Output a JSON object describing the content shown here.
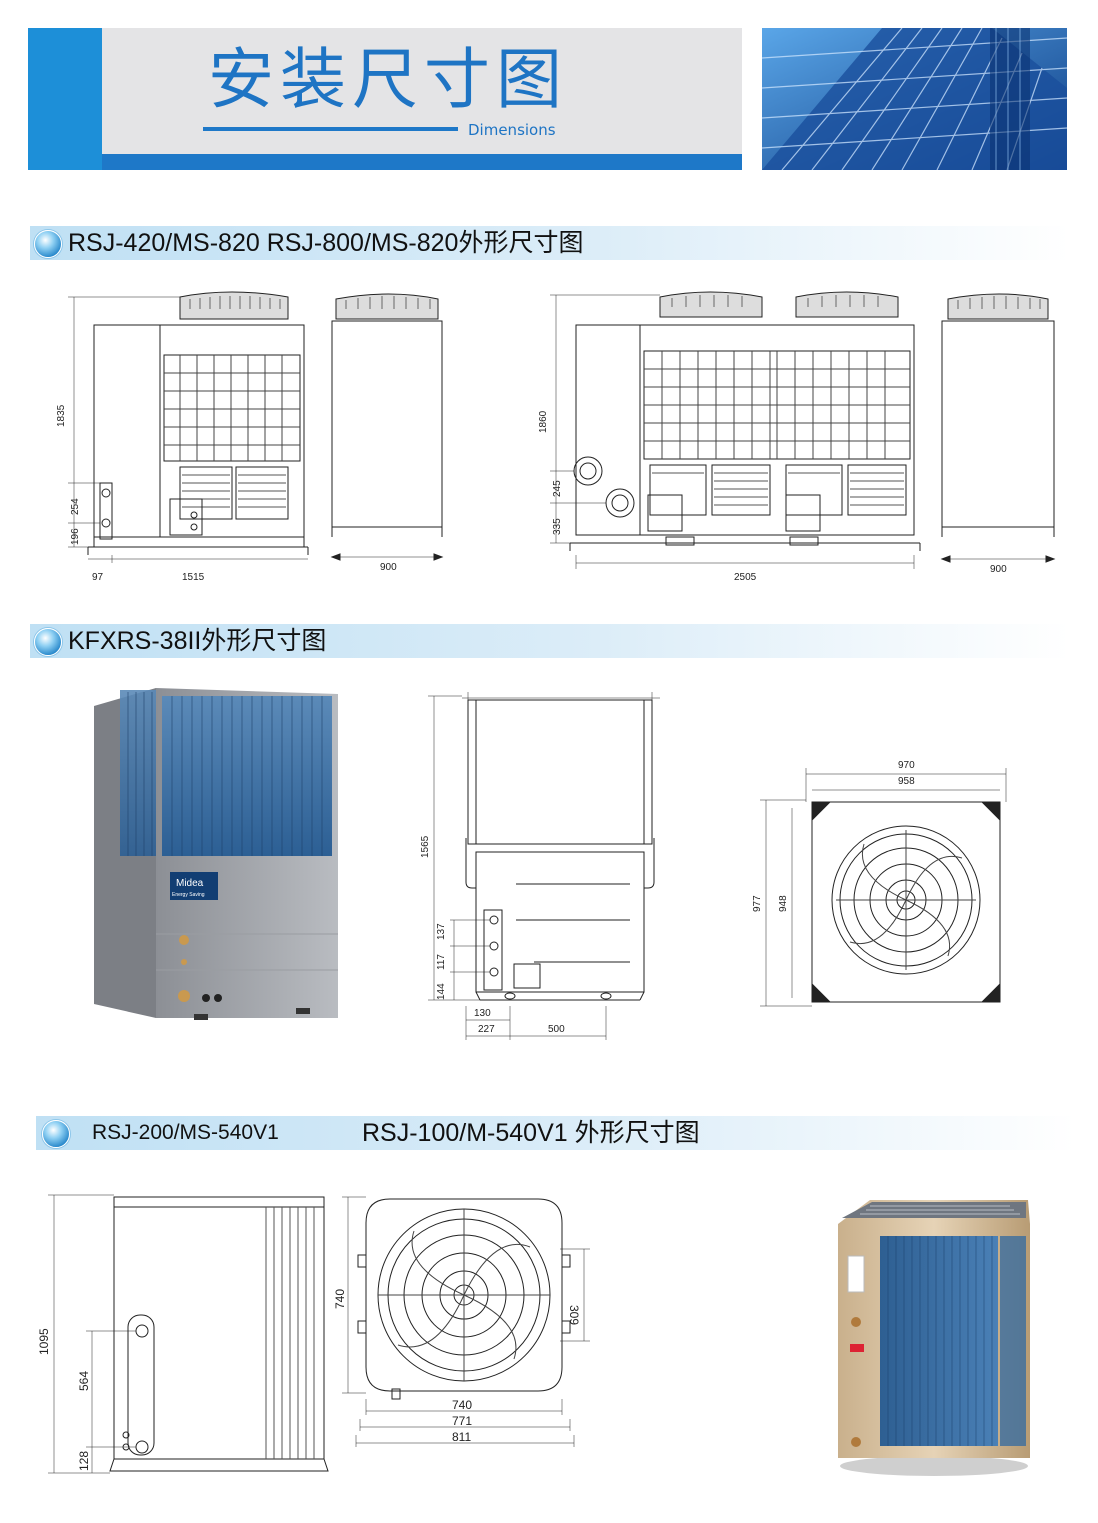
{
  "header": {
    "title": "安装尺寸图",
    "subtitle": "Dimensions"
  },
  "sections": [
    {
      "title": "RSJ-420/MS-820 RSJ-800/MS-820外形尺寸图",
      "dims": {
        "h1": "1835",
        "h2": "254",
        "h3": "196",
        "w1": "97",
        "w2": "1515",
        "w3": "900",
        "h4": "1860",
        "h5": "245",
        "h6": "335",
        "w4": "2505",
        "w5": "900"
      }
    },
    {
      "title": "KFXRS-38II外形尺寸图",
      "brand": "Midea",
      "brand_sub": "Energy Saving",
      "dims": {
        "h1": "1565",
        "h2": "137",
        "h3": "117",
        "h4": "144",
        "w1": "130",
        "w2": "227",
        "w3": "500",
        "w4": "970",
        "w5": "958",
        "h5": "977",
        "h6": "948"
      }
    },
    {
      "title_a": "RSJ-200/MS-540V1",
      "title_b": "RSJ-100/M-540V1 外形尺寸图",
      "dims": {
        "h1": "1095",
        "h2": "564",
        "h3": "128",
        "h4": "740",
        "h5": "309",
        "w1": "740",
        "w2": "771",
        "w3": "811"
      }
    }
  ],
  "colors": {
    "accent": "#1e78c8",
    "banner_gray": "#e4e4e6",
    "coil_blue": "#2f6fa8"
  }
}
